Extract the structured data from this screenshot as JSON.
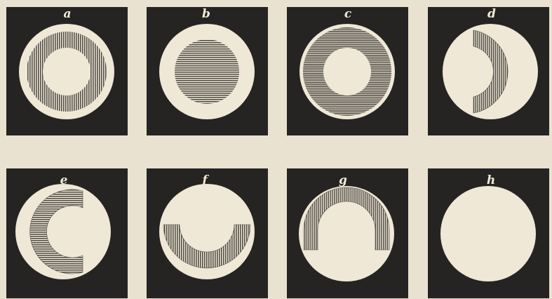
{
  "figure": {
    "colors": {
      "paper": "#e9e2d0",
      "panel": "#262422",
      "disc": "#efe8d6",
      "hatch": "#55504a"
    },
    "panels": [
      {
        "label": "a",
        "hatched": "ring"
      },
      {
        "label": "b",
        "hatched": "filled-disc"
      },
      {
        "label": "c",
        "hatched": "ring"
      },
      {
        "label": "d",
        "hatched": "crescent-open-left"
      },
      {
        "label": "e",
        "hatched": "crescent-open-right"
      },
      {
        "label": "f",
        "hatched": "crescent-open-top"
      },
      {
        "label": "g",
        "hatched": "crescent-open-bottom"
      },
      {
        "label": "h",
        "hatched": "none"
      }
    ]
  }
}
